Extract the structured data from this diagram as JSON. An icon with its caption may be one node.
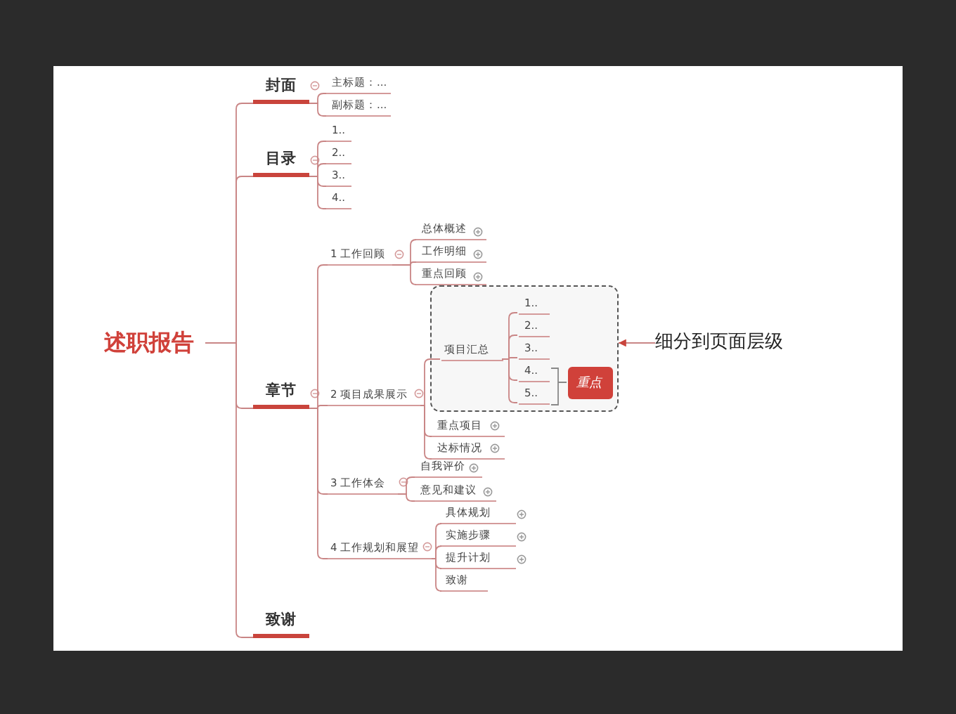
{
  "diagram": {
    "nodes": [
      {
        "text": [
          "述职报告"
        ]
      },
      {
        "text": [
          "封面"
        ]
      },
      {
        "text": [
          "主标题：..."
        ]
      },
      {
        "text": [
          "副标题：..."
        ]
      },
      {
        "text": [
          "目录"
        ]
      },
      {
        "text": [
          "1.."
        ]
      },
      {
        "text": [
          "2.."
        ]
      },
      {
        "text": [
          "3.."
        ]
      },
      {
        "text": [
          "4.."
        ]
      },
      {
        "text": [
          "章节"
        ]
      },
      {
        "text": [
          "1 工作回顾"
        ]
      },
      {
        "text": [
          "总体概述"
        ]
      },
      {
        "text": [
          "工作明细"
        ]
      },
      {
        "text": [
          "重点回顾"
        ]
      },
      {
        "text": [
          "2 项目成果展示"
        ]
      },
      {
        "text": [],
        "shape": "box"
      },
      {
        "text": [
          "项目汇总"
        ],
        "in": 15
      },
      {
        "text": [
          "1.."
        ],
        "in": 15
      },
      {
        "text": [
          "2.."
        ],
        "in": 15
      },
      {
        "text": [
          "3.."
        ],
        "in": 15
      },
      {
        "text": [
          "4.."
        ],
        "in": 15
      },
      {
        "text": [
          "5.."
        ],
        "in": 15
      },
      {
        "text": [
          "重点"
        ],
        "in": 15
      },
      {
        "text": [
          "重点项目"
        ]
      },
      {
        "text": [
          "达标情况"
        ]
      },
      {
        "text": [
          "3 工作体会"
        ]
      },
      {
        "text": [
          "自我评价"
        ]
      },
      {
        "text": [
          "意见和建议"
        ]
      },
      {
        "text": [
          "4 工作规划和展望"
        ]
      },
      {
        "text": [
          "具体规划"
        ]
      },
      {
        "text": [
          "实施步骤"
        ]
      },
      {
        "text": [
          "提升计划"
        ]
      },
      {
        "text": [
          "致谢"
        ]
      },
      {
        "text": [
          "致谢"
        ]
      },
      {
        "text": [
          "细分到页面层级"
        ]
      }
    ],
    "edges": [
      {
        "from": 0,
        "to": 1,
        "arrow": "none"
      },
      {
        "from": 0,
        "to": 4,
        "arrow": "none"
      },
      {
        "from": 0,
        "to": 9,
        "arrow": "none"
      },
      {
        "from": 0,
        "to": 33,
        "arrow": "none"
      },
      {
        "from": 1,
        "to": 2,
        "arrow": "none"
      },
      {
        "from": 1,
        "to": 3,
        "arrow": "none"
      },
      {
        "from": 4,
        "to": 5,
        "arrow": "none"
      },
      {
        "from": 4,
        "to": 6,
        "arrow": "none"
      },
      {
        "from": 4,
        "to": 7,
        "arrow": "none"
      },
      {
        "from": 4,
        "to": 8,
        "arrow": "none"
      },
      {
        "from": 9,
        "to": 10,
        "arrow": "none"
      },
      {
        "from": 9,
        "to": 14,
        "arrow": "none"
      },
      {
        "from": 9,
        "to": 25,
        "arrow": "none"
      },
      {
        "from": 9,
        "to": 28,
        "arrow": "none"
      },
      {
        "from": 10,
        "to": 11,
        "arrow": "none"
      },
      {
        "from": 10,
        "to": 12,
        "arrow": "none"
      },
      {
        "from": 10,
        "to": 13,
        "arrow": "none"
      },
      {
        "from": 14,
        "to": 16,
        "arrow": "none"
      },
      {
        "from": 14,
        "to": 23,
        "arrow": "none"
      },
      {
        "from": 14,
        "to": 24,
        "arrow": "none"
      },
      {
        "from": 16,
        "to": 17,
        "arrow": "none"
      },
      {
        "from": 16,
        "to": 18,
        "arrow": "none"
      },
      {
        "from": 16,
        "to": 19,
        "arrow": "none"
      },
      {
        "from": 16,
        "to": 20,
        "arrow": "none"
      },
      {
        "from": 16,
        "to": 21,
        "arrow": "none"
      },
      {
        "from": 25,
        "to": 26,
        "arrow": "none"
      },
      {
        "from": 25,
        "to": 27,
        "arrow": "none"
      },
      {
        "from": 28,
        "to": 29,
        "arrow": "none"
      },
      {
        "from": 28,
        "to": 30,
        "arrow": "none"
      },
      {
        "from": 28,
        "to": 31,
        "arrow": "none"
      },
      {
        "from": 28,
        "to": 32,
        "arrow": "none"
      },
      {
        "from": 34,
        "to": 15,
        "arrow": "to"
      }
    ]
  }
}
